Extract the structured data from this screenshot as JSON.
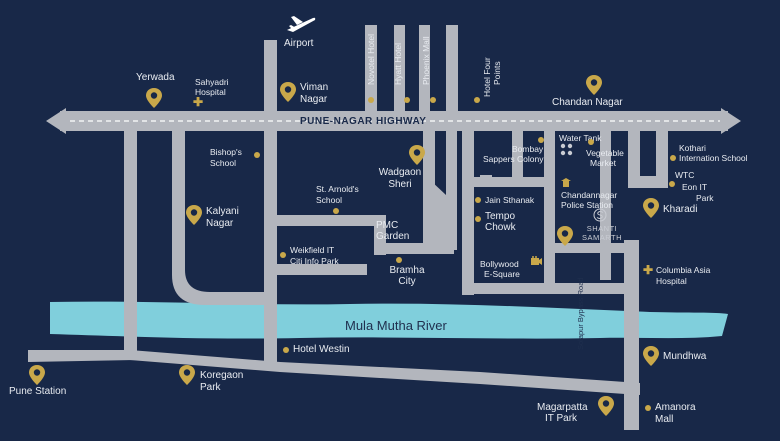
{
  "highway": "PUNE-NAGAR HIGHWAY",
  "river": "Mula Mutha River",
  "bypass_road": "Solapur Bypass Road",
  "brand": {
    "line1": "SHANTI",
    "line2": "SAMARTH"
  },
  "colors": {
    "background": "#182848",
    "road": "#b3b6bd",
    "river": "#80cfdc",
    "accent": "#c9a84a",
    "text": "#e9ecf1"
  },
  "labels": {
    "airport": "Airport",
    "yerwada": "Yerwada",
    "sahyadri_1": "Sahyadri",
    "sahyadri_2": "Hospital",
    "viman_1": "Viman",
    "viman_2": "Nagar",
    "novotel": "Novotel Hotel",
    "hyatt": "Hyatt Hotel",
    "phoenix": "Phoenix Mall",
    "four_points_1": "Hotel Four",
    "four_points_2": "Points",
    "chandan_nagar": "Chandan Nagar",
    "bishops_1": "Bishop's",
    "bishops_2": "School",
    "wadgaon_1": "Wadgaon",
    "wadgaon_2": "Sheri",
    "bombay_1": "Bombay",
    "bombay_2": "Sappers Colony",
    "water_tank": "Water Tank",
    "vegetable_1": "Vegetable",
    "vegetable_2": "Market",
    "kothari_1": "Kothari",
    "kothari_2": "Internation School",
    "st_arnold_1": "St. Arnold's",
    "st_arnold_2": "School",
    "kalyani_1": "Kalyani",
    "kalyani_2": "Nagar",
    "jain": "Jain Sthanak",
    "chandannagar_ps_1": "Chandannagar",
    "chandannagar_ps_2": "Police Station",
    "wtc": "WTC",
    "eon_1": "Eon IT",
    "eon_2": "Park",
    "kharadi": "Kharadi",
    "pmc_1": "PMC",
    "pmc_2": "Garden",
    "tempo_1": "Tempo",
    "tempo_2": "Chowk",
    "weikfield_1": "Weikfield IT",
    "weikfield_2": "Citi Info Park",
    "bollywood_1": "Bollywood",
    "bollywood_2": "E-Square",
    "bramha_1": "Bramha",
    "bramha_2": "City",
    "columbia_1": "Columbia Asia",
    "columbia_2": "Hospital",
    "hotel_westin": "Hotel Westin",
    "mundhwa": "Mundhwa",
    "pune_station": "Pune Station",
    "koregaon_1": "Koregaon",
    "koregaon_2": "Park",
    "magarpatta_1": "Magarpatta",
    "magarpatta_2": "IT Park",
    "amanora_1": "Amanora",
    "amanora_2": "Mall"
  },
  "icons": [
    "location-pin-icon",
    "gold-dot-marker",
    "hospital-cross-icon",
    "airplane-icon",
    "cinema-icon",
    "water-tank-icon",
    "police-icon",
    "shanti-samarth-logo"
  ]
}
